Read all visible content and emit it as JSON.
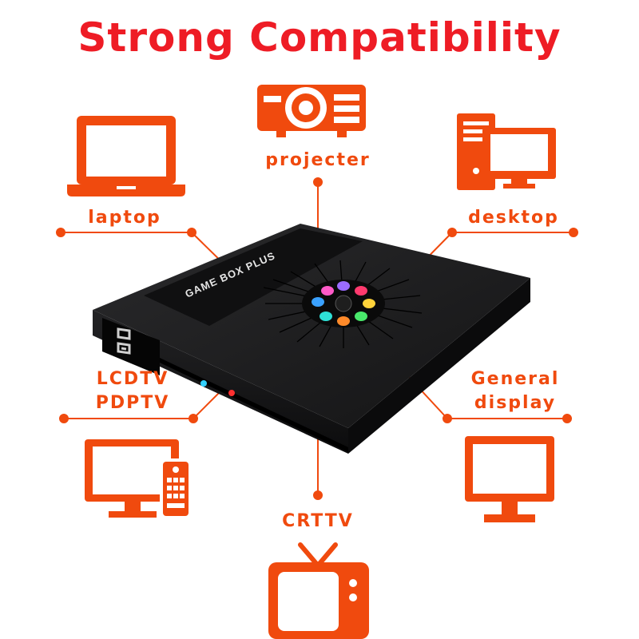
{
  "title": "Strong Compatibility",
  "colors": {
    "title": "#ee1c25",
    "accent": "#f04a0e",
    "device": "#1c1c1e"
  },
  "device": {
    "brand": "GAME BOX PLUS",
    "icon": "gamepad-icon"
  },
  "labels": {
    "projector": "projecter",
    "laptop": "laptop",
    "desktop": "desktop",
    "lcdtv_line1": "LCDTV",
    "lcdtv_line2": "PDPTV",
    "general_line1": "General",
    "general_line2": "display",
    "crttv": "CRTTV"
  },
  "icons": [
    "projector-icon",
    "laptop-icon",
    "desktop-computer-icon",
    "monitor-with-remote-icon",
    "monitor-icon",
    "crt-tv-icon"
  ]
}
